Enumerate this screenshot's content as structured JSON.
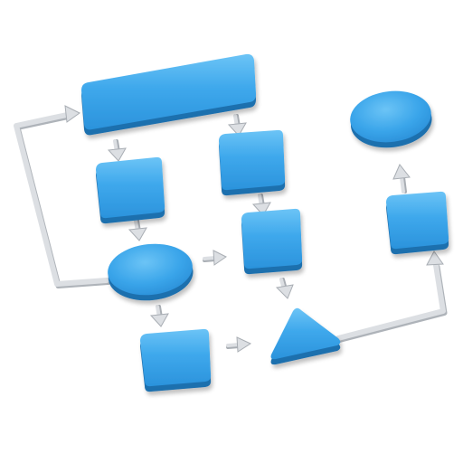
{
  "colors": {
    "shape_top": "#3ea8ec",
    "shape_light": "#64bff4",
    "shape_side": "#1f6fae",
    "connector": "#dcdfe3",
    "connector_shade": "#aeb3b9"
  },
  "diagram": {
    "type": "flowchart",
    "style": "3d-extruded",
    "nodes": [
      {
        "id": "start-bar",
        "shape": "rounded-rectangle"
      },
      {
        "id": "left-box-1",
        "shape": "rounded-square"
      },
      {
        "id": "left-ellipse",
        "shape": "ellipse"
      },
      {
        "id": "left-box-2",
        "shape": "rounded-square"
      },
      {
        "id": "middle-box-1",
        "shape": "rounded-square"
      },
      {
        "id": "middle-box-2",
        "shape": "rounded-square"
      },
      {
        "id": "triangle",
        "shape": "triangle"
      },
      {
        "id": "right-box",
        "shape": "rounded-square"
      },
      {
        "id": "end-ellipse",
        "shape": "ellipse"
      }
    ],
    "edges": [
      {
        "from": "start-bar",
        "to": "left-box-1"
      },
      {
        "from": "start-bar",
        "to": "middle-box-1"
      },
      {
        "from": "left-box-1",
        "to": "left-ellipse"
      },
      {
        "from": "left-ellipse",
        "to": "left-box-2"
      },
      {
        "from": "left-ellipse",
        "to": "middle-box-2"
      },
      {
        "from": "left-ellipse",
        "to": "start-bar"
      },
      {
        "from": "middle-box-1",
        "to": "middle-box-2"
      },
      {
        "from": "middle-box-2",
        "to": "triangle"
      },
      {
        "from": "left-box-2",
        "to": "triangle"
      },
      {
        "from": "triangle",
        "to": "right-box"
      },
      {
        "from": "right-box",
        "to": "end-ellipse"
      }
    ]
  }
}
